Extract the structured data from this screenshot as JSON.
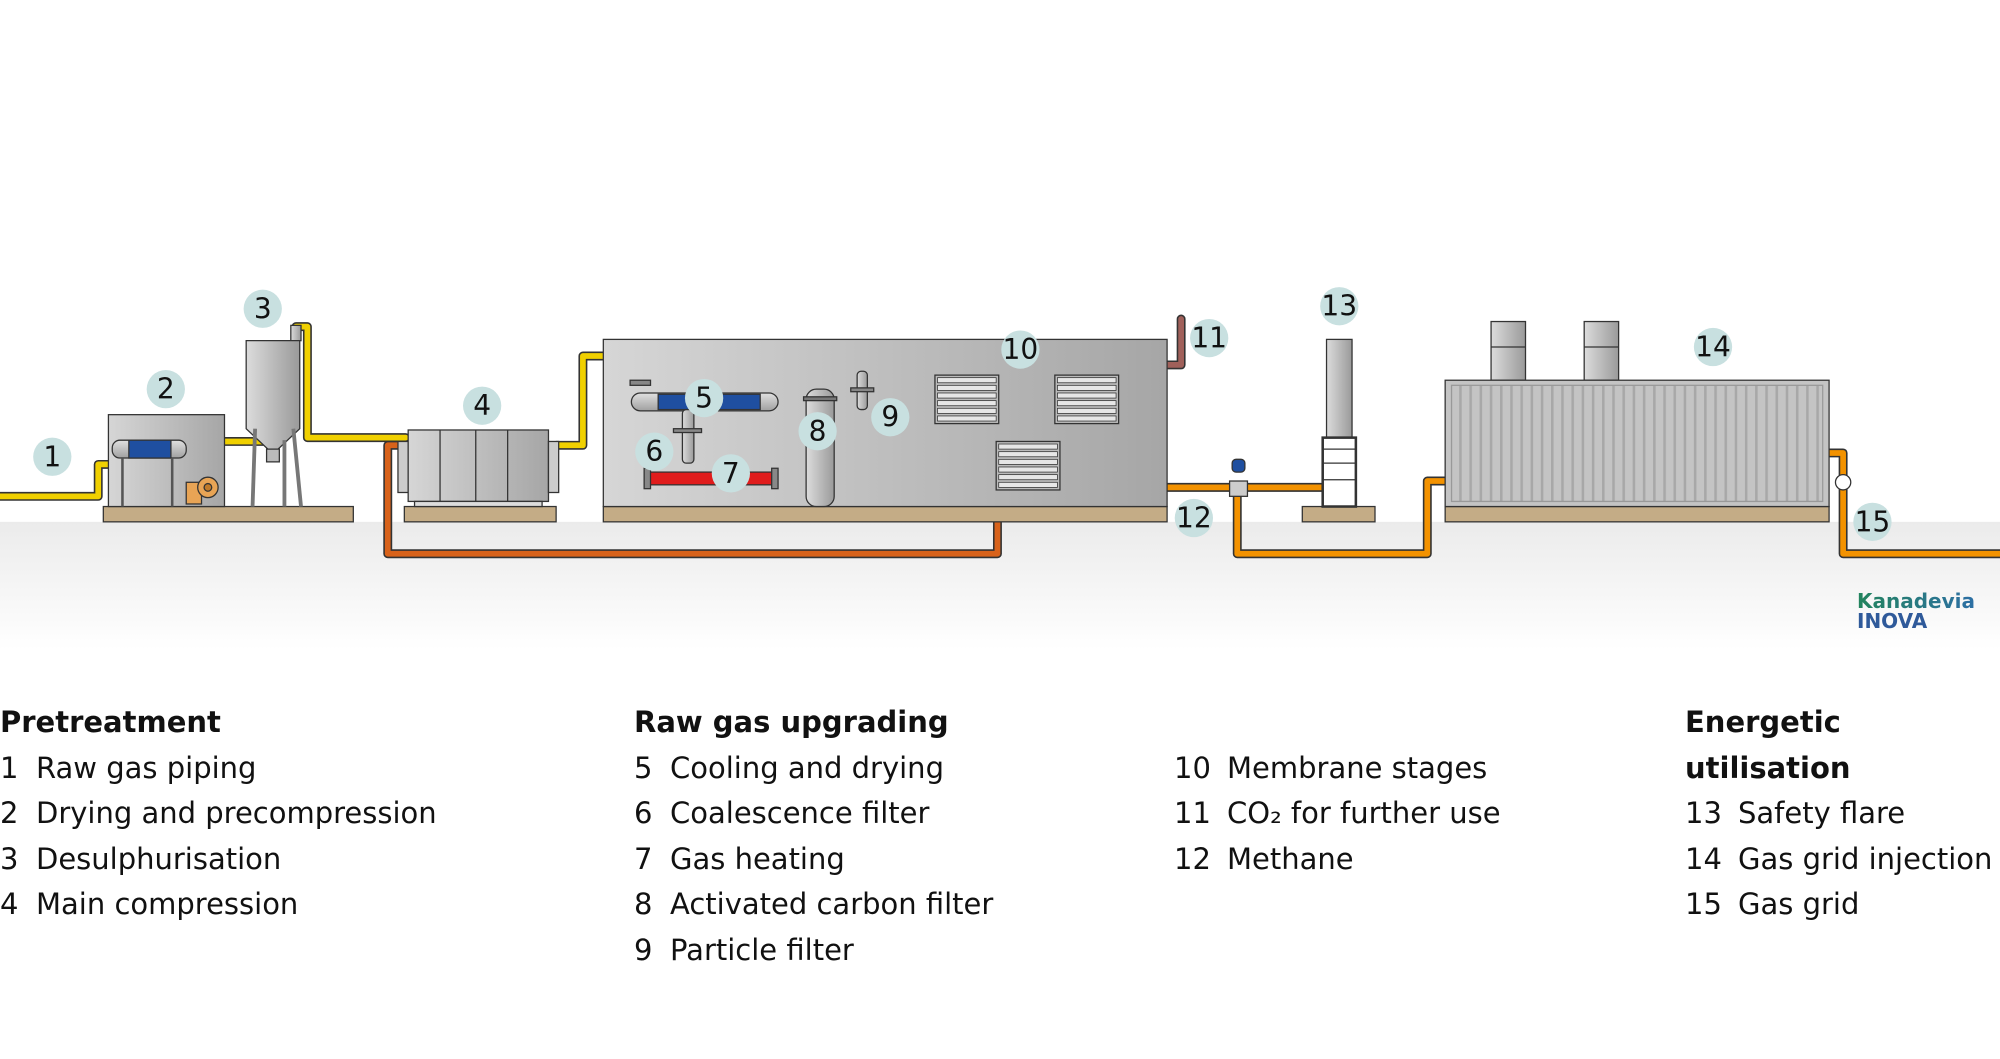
{
  "diagram": {
    "title": "Biogas upgrading process",
    "callouts": [
      {
        "id": "1",
        "label": "1"
      },
      {
        "id": "2",
        "label": "2"
      },
      {
        "id": "3",
        "label": "3"
      },
      {
        "id": "4",
        "label": "4"
      },
      {
        "id": "5",
        "label": "5"
      },
      {
        "id": "6",
        "label": "6"
      },
      {
        "id": "7",
        "label": "7"
      },
      {
        "id": "8",
        "label": "8"
      },
      {
        "id": "9",
        "label": "9"
      },
      {
        "id": "10",
        "label": "10"
      },
      {
        "id": "11",
        "label": "11"
      },
      {
        "id": "12",
        "label": "12"
      },
      {
        "id": "13",
        "label": "13"
      },
      {
        "id": "14",
        "label": "14"
      },
      {
        "id": "15",
        "label": "15"
      }
    ],
    "colors": {
      "raw_gas_pipe": "#f0d000",
      "pre_upgrade_pipe": "#f6b400",
      "methane_pipe": "#f39200",
      "return_pipe": "#d8621a",
      "co2_pipe": "#a0605a",
      "permeate_pipe": "#c98a8a",
      "cooler": "#1f4fa0",
      "heater": "#e01c1c",
      "callout": "#c8e0e0",
      "base": "#c4ac86",
      "ground": "#ececec"
    }
  },
  "legend": {
    "pretreatment": {
      "heading": "Pretreatment",
      "items": [
        {
          "num": "1",
          "text": "Raw gas piping"
        },
        {
          "num": "2",
          "text": "Drying and precompression"
        },
        {
          "num": "3",
          "text": "Desulphurisation"
        },
        {
          "num": "4",
          "text": "Main compression"
        }
      ]
    },
    "upgrading": {
      "heading": "Raw gas upgrading",
      "items": [
        {
          "num": "5",
          "text": "Cooling and drying"
        },
        {
          "num": "6",
          "text": "Coalescence filter"
        },
        {
          "num": "7",
          "text": "Gas heating"
        },
        {
          "num": "8",
          "text": "Activated carbon filter"
        },
        {
          "num": "9",
          "text": "Particle filter"
        }
      ]
    },
    "upgrading_cont": {
      "items": [
        {
          "num": "10",
          "text": "Membrane stages"
        },
        {
          "num": "11",
          "text": "CO₂ for further use"
        },
        {
          "num": "12",
          "text": "Methane"
        }
      ]
    },
    "utilisation": {
      "heading": "Energetic utilisation",
      "items": [
        {
          "num": "13",
          "text": "Safety flare"
        },
        {
          "num": "14",
          "text": "Gas grid injection"
        },
        {
          "num": "15",
          "text": "Gas grid"
        }
      ]
    }
  },
  "logo": {
    "line1": "Kanadevia",
    "line2": "INOVA"
  }
}
